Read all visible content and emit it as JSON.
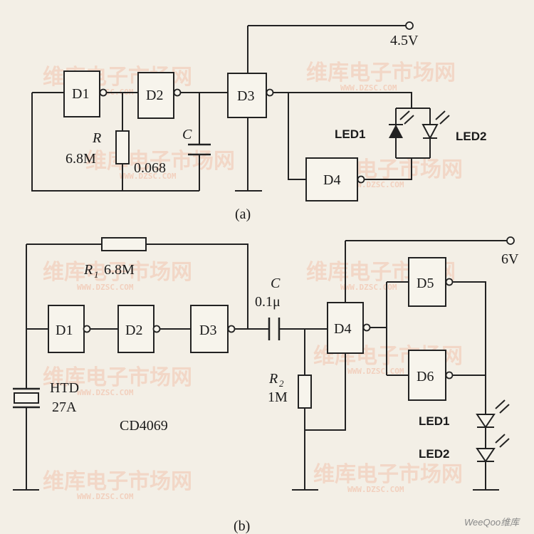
{
  "circuit_a": {
    "supply": "4.5V",
    "gates": [
      "D1",
      "D2",
      "D3",
      "D4"
    ],
    "resistor_name": "R",
    "resistor_value": "6.8M",
    "capacitor_name": "C",
    "capacitor_value": "0.068",
    "led1": "LED1",
    "led2": "LED2",
    "caption": "(a)"
  },
  "circuit_b": {
    "supply": "6V",
    "gates": [
      "D1",
      "D2",
      "D3",
      "D4",
      "D5",
      "D6"
    ],
    "r1_name": "R",
    "r1_sub": "1",
    "r1_value": "6.8M",
    "r2_name": "R",
    "r2_sub": "2",
    "r2_value": "1M",
    "capacitor_name": "C",
    "capacitor_value": "0.1μ",
    "transducer_line1": "HTD",
    "transducer_line2": "27A",
    "ic_name": "CD4069",
    "led1": "LED1",
    "led2": "LED2",
    "caption": "(b)"
  },
  "watermark": {
    "text": "维库电子市场网",
    "url": "WWW.DZSC.COM",
    "brand": "WeeQoo维库"
  }
}
